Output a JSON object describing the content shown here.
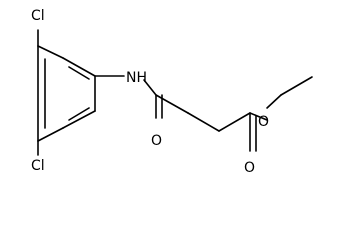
{
  "molecule": {
    "atoms": {
      "cl_top": "Cl",
      "cl_bottom": "Cl",
      "nh": "NH",
      "o_amide": "O",
      "o_ester": "O",
      "o_carbonyl": "O"
    },
    "colors": {
      "bond": "#000000",
      "label": "#000000",
      "background": "#ffffff"
    }
  }
}
